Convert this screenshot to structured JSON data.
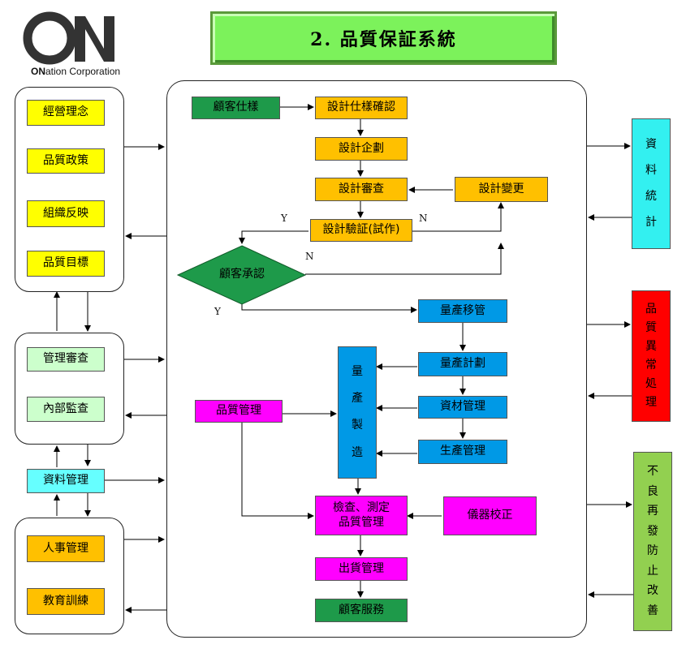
{
  "logo": {
    "mark": "ON",
    "caption_bold": "ON",
    "caption_rest": "ation Corporation"
  },
  "title": "2.  品質保証系統",
  "colors": {
    "yellow": "#ffff00",
    "orange": "#ffc000",
    "lightgreen": "#ccffcc",
    "cyan": "#66ffff",
    "blue": "#0099e6",
    "magenta": "#ff00ff",
    "green": "#1e9a4a",
    "red": "#ff0000",
    "olive": "#92d050"
  },
  "left": {
    "group1": [
      "經營理念",
      "品質政策",
      "組織反映",
      "品質目標"
    ],
    "group2": [
      "管理審查",
      "內部監查"
    ],
    "data_mgmt": "資料管理",
    "group3": [
      "人事管理",
      "教育訓練"
    ]
  },
  "flow": {
    "customer_spec": "顧客仕樣",
    "design_spec_confirm": "設計仕樣確認",
    "design_plan": "設計企劃",
    "design_review": "設計審查",
    "design_change": "設計變更",
    "design_verify": "設計驗証(試作)",
    "customer_approval": "顧客承認",
    "mass_transfer": "量產移管",
    "mass_plan": "量產計劃",
    "material_mgmt": "資材管理",
    "production_mgmt": "生產管理",
    "mass_manufacture": [
      "量",
      "產",
      "製",
      "造"
    ],
    "quality_mgmt": "品質管理",
    "inspection": [
      "檢查、測定",
      "品質管理"
    ],
    "instrument_calibration": "儀器校正",
    "shipping_mgmt": "出貨管理",
    "customer_service": "顧客服務",
    "labels": {
      "y1": "Y",
      "n1": "N",
      "n2": "N",
      "y2": "Y"
    }
  },
  "right": {
    "data_stats": [
      "資",
      "料",
      "統",
      "計"
    ],
    "quality_abnormal": [
      "品",
      "質",
      "異",
      "常",
      "処",
      "理"
    ],
    "recurrence_prevention": [
      "不",
      "良",
      "再",
      "發",
      "防",
      "止",
      "改",
      "善"
    ]
  }
}
